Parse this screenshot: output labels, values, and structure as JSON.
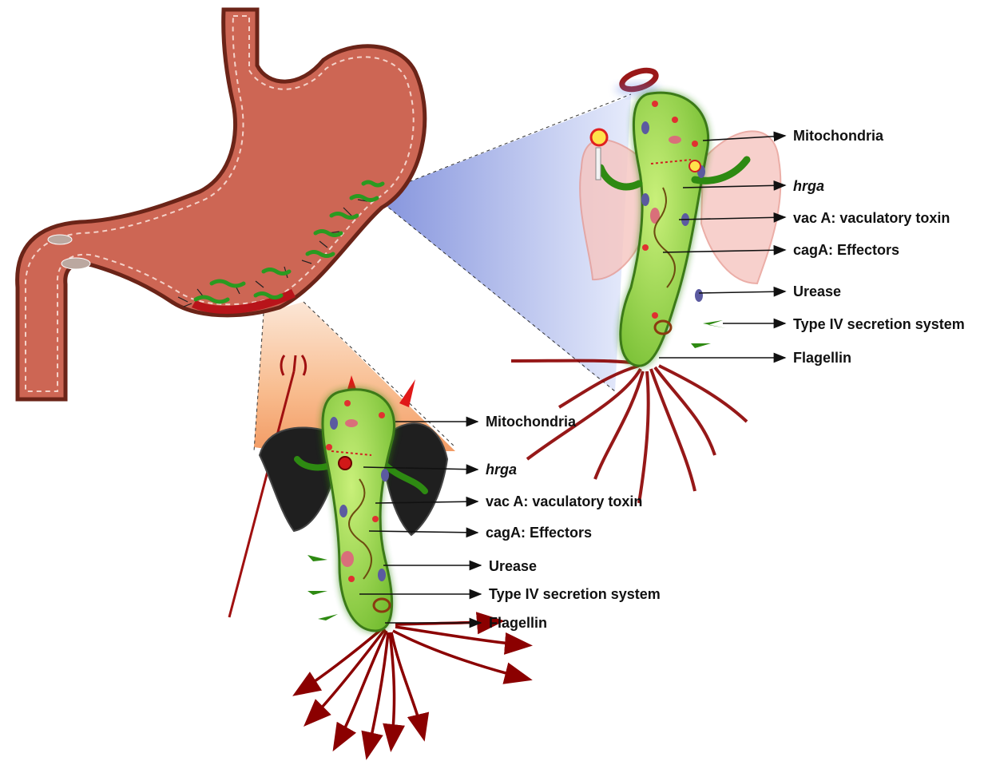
{
  "good_bacterium": {
    "labels": [
      {
        "key": "mitochondria",
        "text": "Mitochondria"
      },
      {
        "key": "hrga",
        "text": "hrga"
      },
      {
        "key": "vaca",
        "text": "vac A:  vaculatory toxin"
      },
      {
        "key": "caga",
        "text": "cagA: Effectors"
      },
      {
        "key": "urease",
        "text": "Urease"
      },
      {
        "key": "t4ss",
        "text": "Type IV secretion system"
      },
      {
        "key": "flagellin",
        "text": "Flagellin"
      }
    ]
  },
  "bad_bacterium": {
    "labels": [
      {
        "key": "mitochondria",
        "text": "Mitochondria"
      },
      {
        "key": "hrga",
        "text": "hrga"
      },
      {
        "key": "vaca",
        "text": "vac A:  vaculatory toxin"
      },
      {
        "key": "caga",
        "text": "cagA: Effectors"
      },
      {
        "key": "urease",
        "text": "Urease"
      },
      {
        "key": "t4ss",
        "text": "Type IV secretion system"
      },
      {
        "key": "flagellin",
        "text": "Flagellin"
      }
    ]
  },
  "colors": {
    "stomach_fill": "#cd6654",
    "stomach_outline": "#6b2418",
    "bacterium_body": "#8fd43a",
    "bacterium_glow": "#2e8a12",
    "good_zoom": "#c8d2f4",
    "bad_zoom": "#f3b27a",
    "flagella_red": "#8b0000"
  }
}
